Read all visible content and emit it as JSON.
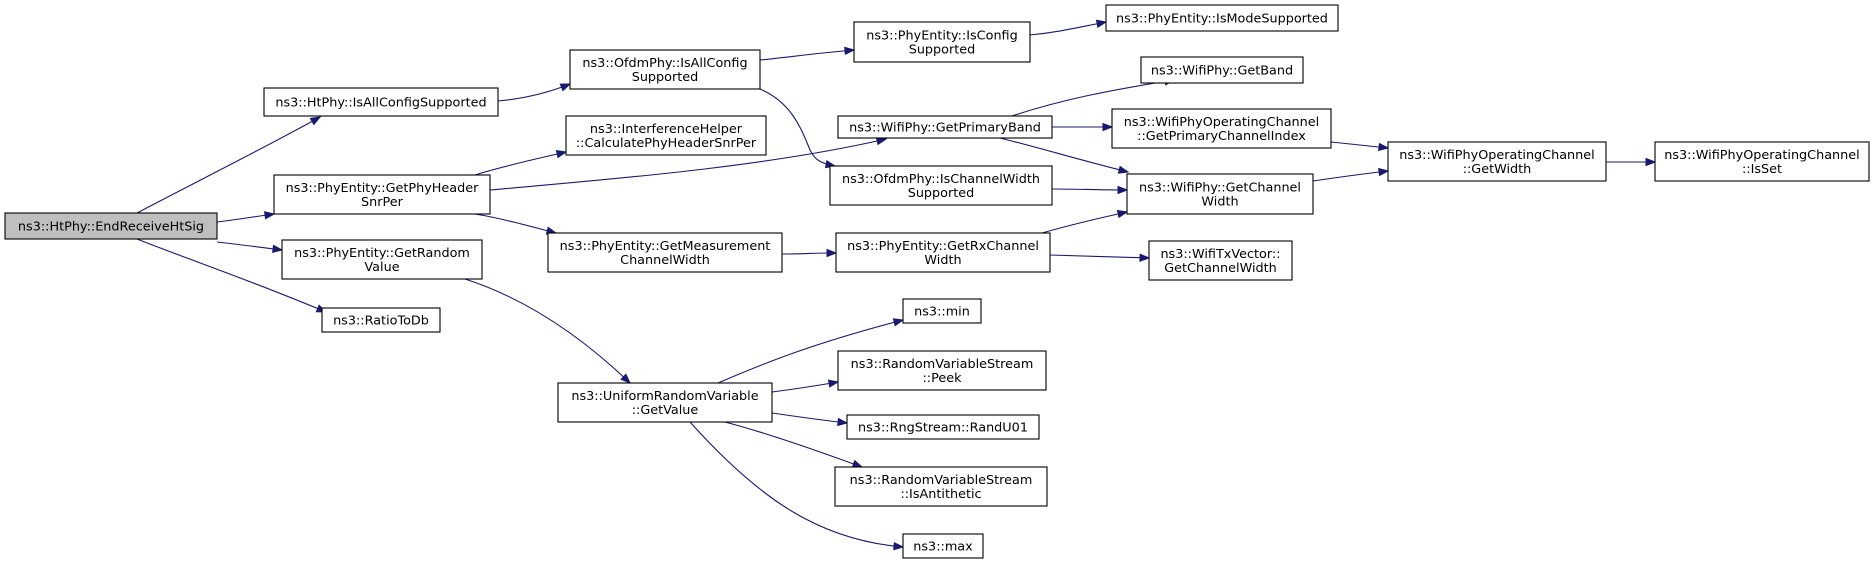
{
  "nodes": [
    {
      "id": "n1",
      "lines": [
        "ns3::HtPhy::EndReceiveHtSig"
      ],
      "root": true
    },
    {
      "id": "n2",
      "lines": [
        "ns3::HtPhy::IsAllConfigSupported"
      ]
    },
    {
      "id": "n3",
      "lines": [
        "ns3::PhyEntity::GetPhyHeader",
        "SnrPer"
      ]
    },
    {
      "id": "n4",
      "lines": [
        "ns3::PhyEntity::GetRandom",
        "Value"
      ]
    },
    {
      "id": "n5",
      "lines": [
        "ns3::RatioToDb"
      ]
    },
    {
      "id": "n6",
      "lines": [
        "ns3::OfdmPhy::IsAllConfig",
        "Supported"
      ]
    },
    {
      "id": "n7",
      "lines": [
        "ns3::InterferenceHelper",
        "::CalculatePhyHeaderSnrPer"
      ]
    },
    {
      "id": "n8",
      "lines": [
        "ns3::PhyEntity::GetMeasurement",
        "ChannelWidth"
      ]
    },
    {
      "id": "n9",
      "lines": [
        "ns3::UniformRandomVariable",
        "::GetValue"
      ]
    },
    {
      "id": "n10",
      "lines": [
        "ns3::PhyEntity::IsConfig",
        "Supported"
      ]
    },
    {
      "id": "n11",
      "lines": [
        "ns3::WifiPhy::GetPrimaryBand"
      ]
    },
    {
      "id": "n12",
      "lines": [
        "ns3::OfdmPhy::IsChannelWidth",
        "Supported"
      ]
    },
    {
      "id": "n13",
      "lines": [
        "ns3::PhyEntity::GetRxChannel",
        "Width"
      ]
    },
    {
      "id": "n14",
      "lines": [
        "ns3::min"
      ]
    },
    {
      "id": "n15",
      "lines": [
        "ns3::RandomVariableStream",
        "::Peek"
      ]
    },
    {
      "id": "n16",
      "lines": [
        "ns3::RngStream::RandU01"
      ]
    },
    {
      "id": "n17",
      "lines": [
        "ns3::RandomVariableStream",
        "::IsAntithetic"
      ]
    },
    {
      "id": "n18",
      "lines": [
        "ns3::max"
      ]
    },
    {
      "id": "n19",
      "lines": [
        "ns3::PhyEntity::IsModeSupported"
      ]
    },
    {
      "id": "n20",
      "lines": [
        "ns3::WifiPhy::GetBand"
      ]
    },
    {
      "id": "n21",
      "lines": [
        "ns3::WifiPhyOperatingChannel",
        "::GetPrimaryChannelIndex"
      ]
    },
    {
      "id": "n22",
      "lines": [
        "ns3::WifiPhy::GetChannel",
        "Width"
      ]
    },
    {
      "id": "n23",
      "lines": [
        "ns3::WifiTxVector::",
        "GetChannelWidth"
      ]
    },
    {
      "id": "n24",
      "lines": [
        "ns3::WifiPhyOperatingChannel",
        "::GetWidth"
      ]
    },
    {
      "id": "n25",
      "lines": [
        "ns3::WifiPhyOperatingChannel",
        "::IsSet"
      ]
    }
  ],
  "edges": [
    [
      "n1",
      "n2"
    ],
    [
      "n1",
      "n3"
    ],
    [
      "n1",
      "n4"
    ],
    [
      "n1",
      "n5"
    ],
    [
      "n2",
      "n6"
    ],
    [
      "n3",
      "n7"
    ],
    [
      "n3",
      "n8"
    ],
    [
      "n3",
      "n11"
    ],
    [
      "n4",
      "n9"
    ],
    [
      "n6",
      "n10"
    ],
    [
      "n6",
      "n12"
    ],
    [
      "n8",
      "n13"
    ],
    [
      "n9",
      "n14"
    ],
    [
      "n9",
      "n15"
    ],
    [
      "n9",
      "n16"
    ],
    [
      "n9",
      "n17"
    ],
    [
      "n9",
      "n18"
    ],
    [
      "n10",
      "n19"
    ],
    [
      "n11",
      "n20"
    ],
    [
      "n11",
      "n21"
    ],
    [
      "n11",
      "n22"
    ],
    [
      "n12",
      "n22"
    ],
    [
      "n13",
      "n22"
    ],
    [
      "n13",
      "n23"
    ],
    [
      "n21",
      "n24"
    ],
    [
      "n22",
      "n24"
    ],
    [
      "n24",
      "n25"
    ]
  ]
}
